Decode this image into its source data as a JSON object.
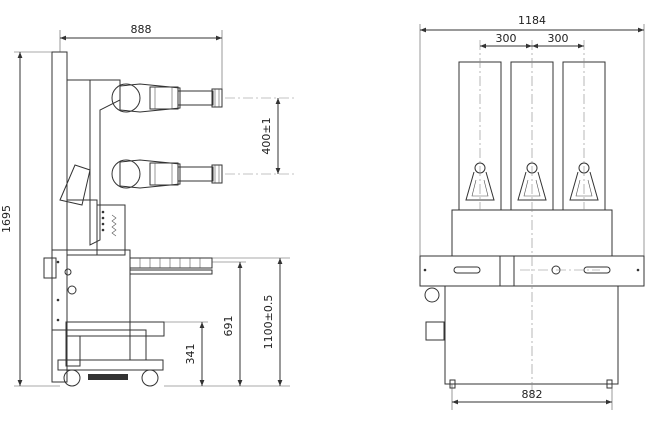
{
  "dimensions": {
    "side_width": "888",
    "overall_height": "1695",
    "pole_spacing": "400±1",
    "arm_height": "1100±0.5",
    "frame_height": "691",
    "base_height": "341",
    "front_width": "1184",
    "phase_left": "300",
    "phase_right": "300",
    "bottom_width": "882"
  }
}
